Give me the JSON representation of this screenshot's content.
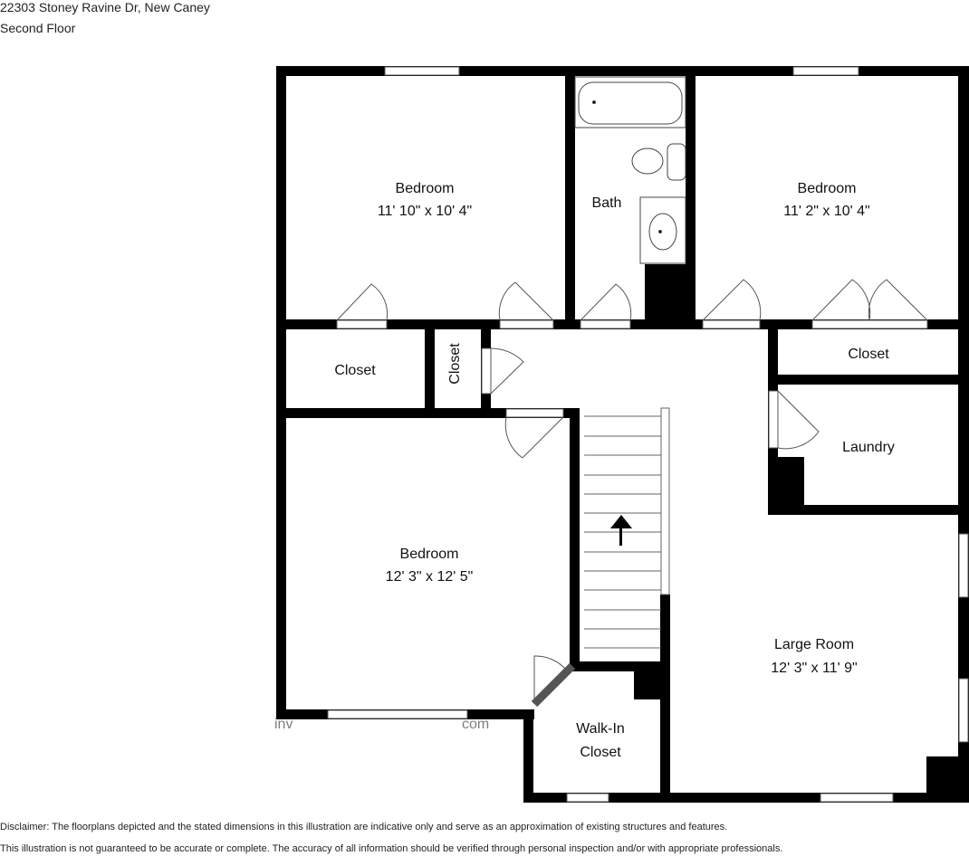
{
  "header": {
    "address": "22303 Stoney Ravine Dr, New Caney",
    "floor": "Second Floor"
  },
  "rooms": [
    {
      "name": "Bedroom",
      "dimensions": "11' 10\" x 10' 4\""
    },
    {
      "name": "Bath",
      "dimensions": ""
    },
    {
      "name": "Bedroom",
      "dimensions": "11' 2\" x 10' 4\""
    },
    {
      "name": "Closet",
      "dimensions": ""
    },
    {
      "name": "Closet",
      "dimensions": ""
    },
    {
      "name": "Closet",
      "dimensions": ""
    },
    {
      "name": "Laundry",
      "dimensions": ""
    },
    {
      "name": "Bedroom",
      "dimensions": "12' 3\" x 12' 5\""
    },
    {
      "name": "Large Room",
      "dimensions": "12' 3\" x 11' 9\""
    },
    {
      "name": "Walk-In",
      "dimensions": "Closet"
    }
  ],
  "disclaimer": {
    "line1": "Disclaimer: The floorplans depicted and the stated dimensions in this illustration are indicative only and serve as an approximation of existing structures and features.",
    "line2": "This illustration is not guaranteed to be accurate or complete. The accuracy of all information should be verified through personal inspection and/or with appropriate professionals."
  },
  "colors": {
    "wall": "#000000",
    "background": "#ffffff",
    "fixture_stroke": "#444444"
  }
}
